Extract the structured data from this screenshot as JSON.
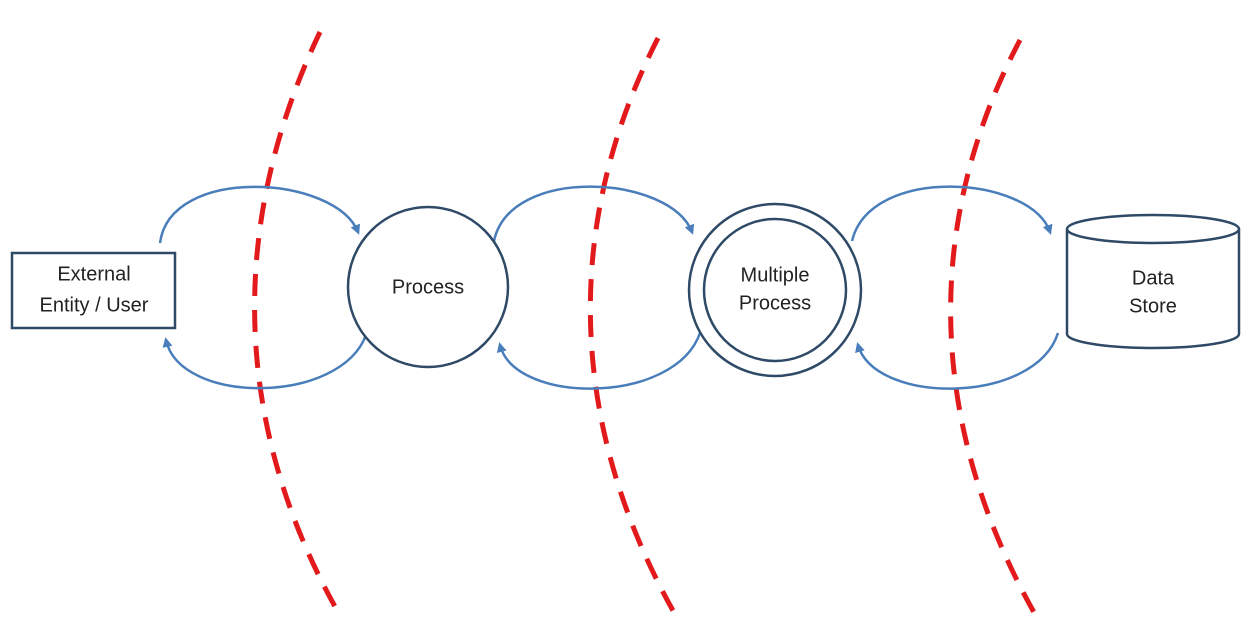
{
  "colors": {
    "node_stroke": "#2e4a66",
    "flow_arrow": "#4a7ebb",
    "trust_boundary": "#e31a1c"
  },
  "nodes": {
    "external_entity": {
      "line1": "External",
      "line2": "Entity / User"
    },
    "process": {
      "label": "Process"
    },
    "multiple_process": {
      "line1": "Multiple",
      "line2": "Process"
    },
    "data_store": {
      "line1": "Data",
      "line2": "Store"
    }
  }
}
